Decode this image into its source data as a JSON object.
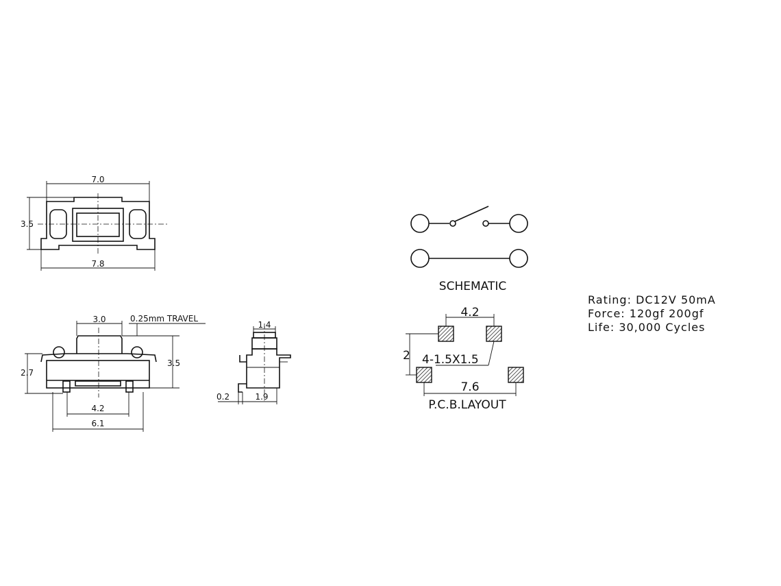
{
  "top_view": {
    "width_top": "7.0",
    "width_bottom": "7.8",
    "height": "3.5"
  },
  "front_view": {
    "button_width": "3.0",
    "travel": "0.25mm TRAVEL",
    "total_height": "3.5",
    "body_height": "2.7",
    "pin_spacing": "4.2",
    "body_width": "6.1"
  },
  "side_view": {
    "button_width": "1.4",
    "pin_offset": "0.2",
    "body_depth": "1.9"
  },
  "schematic": {
    "label": "SCHEMATIC"
  },
  "pcb_layout": {
    "pad_spacing_top": "4.2",
    "pitch_vertical": "2",
    "pad_size": "4-1.5X1.5",
    "pad_spacing_bottom": "7.6",
    "label": "P.C.B.LAYOUT"
  },
  "specs": {
    "rating": "Rating: DC12V 50mA",
    "force": "Force: 120gf 200gf",
    "life": "Life: 30,000 Cycles"
  },
  "colors": {
    "ink": "#111111",
    "background": "#ffffff"
  }
}
